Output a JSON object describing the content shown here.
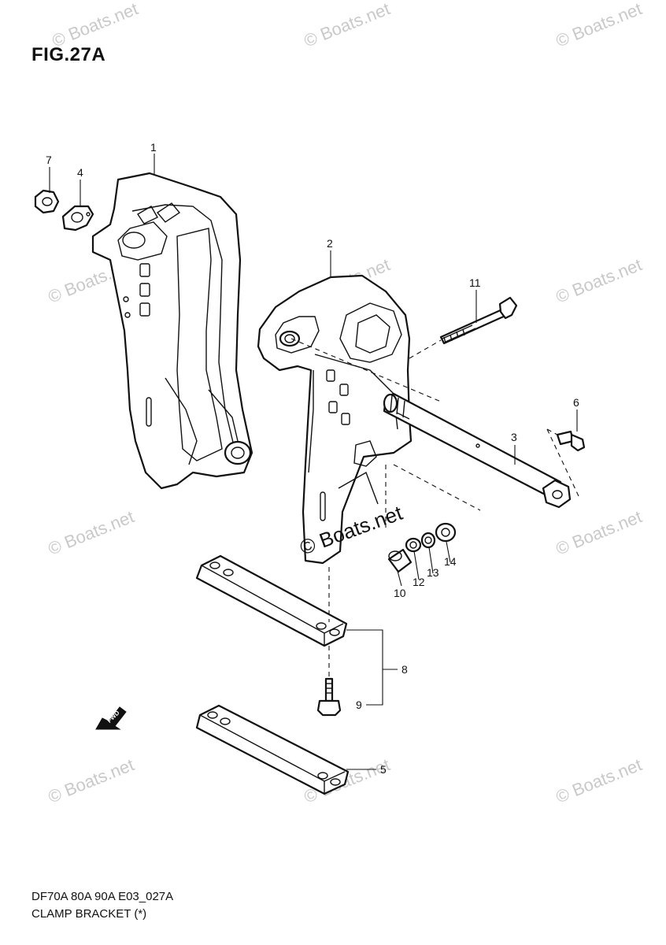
{
  "figure": {
    "title": "FIG.27A",
    "footer_model": "DF70A 80A 90A E03_027A",
    "footer_name": "CLAMP BRACKET (*)"
  },
  "watermarks": {
    "small": "© Boats.net",
    "center": "© Boats.net"
  },
  "callouts": [
    {
      "id": "1",
      "label": "1"
    },
    {
      "id": "2",
      "label": "2"
    },
    {
      "id": "3",
      "label": "3"
    },
    {
      "id": "4",
      "label": "4"
    },
    {
      "id": "5",
      "label": "5"
    },
    {
      "id": "6",
      "label": "6"
    },
    {
      "id": "7",
      "label": "7"
    },
    {
      "id": "8",
      "label": "8"
    },
    {
      "id": "9",
      "label": "9"
    },
    {
      "id": "10",
      "label": "10"
    },
    {
      "id": "11",
      "label": "11"
    },
    {
      "id": "12",
      "label": "12"
    },
    {
      "id": "13",
      "label": "13"
    },
    {
      "id": "14",
      "label": "14"
    }
  ],
  "fwd_label": "FWD",
  "colors": {
    "line": "#111111",
    "watermark": "#c9c9c9",
    "background": "#ffffff"
  }
}
